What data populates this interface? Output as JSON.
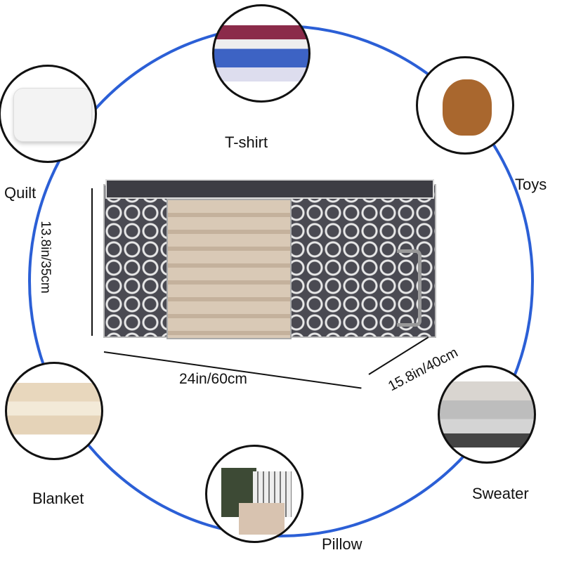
{
  "items": [
    {
      "label": "T-shirt",
      "icon": "shirts-stack"
    },
    {
      "label": "Toys",
      "icon": "teddy-bear"
    },
    {
      "label": "Quilt",
      "icon": "folded-quilt"
    },
    {
      "label": "Blanket",
      "icon": "folded-blankets"
    },
    {
      "label": "Pillow",
      "icon": "pillows"
    },
    {
      "label": "Sweater",
      "icon": "folded-sweaters"
    }
  ],
  "dimensions": {
    "height": "13.8in/35cm",
    "width": "24in/60cm",
    "depth": "15.8in/40cm"
  },
  "colors": {
    "ring": "#2b5fd6",
    "box": "#4a4a52"
  }
}
